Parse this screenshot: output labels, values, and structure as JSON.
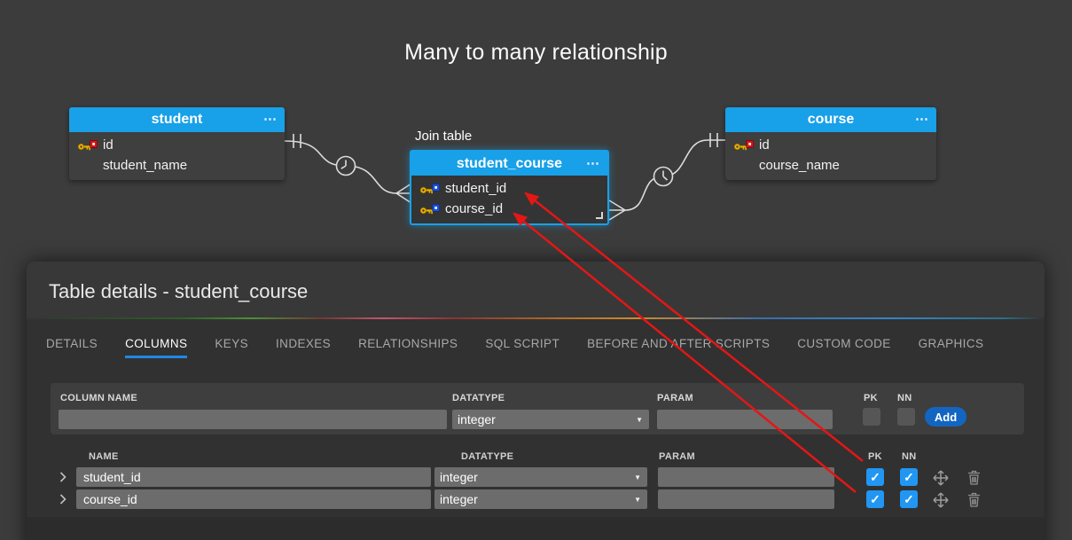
{
  "diagram": {
    "title": "Many to many relationship",
    "join_table_label": "Join table",
    "tables": [
      {
        "name": "student",
        "columns": [
          {
            "name": "id",
            "key": "pk"
          },
          {
            "name": "student_name",
            "key": "none"
          }
        ]
      },
      {
        "name": "student_course",
        "selected": true,
        "columns": [
          {
            "name": "student_id",
            "key": "pkfk"
          },
          {
            "name": "course_id",
            "key": "pkfk"
          }
        ]
      },
      {
        "name": "course",
        "columns": [
          {
            "name": "id",
            "key": "pk"
          },
          {
            "name": "course_name",
            "key": "none"
          }
        ]
      }
    ],
    "relationships": [
      {
        "from": "student",
        "to": "student_course",
        "from_cardinality": "one",
        "to_cardinality": "many"
      },
      {
        "from": "course",
        "to": "student_course",
        "from_cardinality": "one",
        "to_cardinality": "many"
      }
    ]
  },
  "panel": {
    "title": "Table details - student_course",
    "tabs": [
      {
        "label": "DETAILS",
        "active": false
      },
      {
        "label": "COLUMNS",
        "active": true
      },
      {
        "label": "KEYS",
        "active": false
      },
      {
        "label": "INDEXES",
        "active": false
      },
      {
        "label": "RELATIONSHIPS",
        "active": false
      },
      {
        "label": "SQL SCRIPT",
        "active": false
      },
      {
        "label": "BEFORE AND AFTER SCRIPTS",
        "active": false
      },
      {
        "label": "CUSTOM CODE",
        "active": false
      },
      {
        "label": "GRAPHICS",
        "active": false
      }
    ],
    "add_form": {
      "column_name_label": "COLUMN NAME",
      "column_name_value": "",
      "datatype_label": "DATATYPE",
      "datatype_value": "integer",
      "param_label": "PARAM",
      "param_value": "",
      "pk_label": "PK",
      "pk_checked": false,
      "nn_label": "NN",
      "nn_checked": false,
      "add_button_label": "Add"
    },
    "columns_list": {
      "headers": {
        "name": "NAME",
        "datatype": "DATATYPE",
        "param": "PARAM",
        "pk": "PK",
        "nn": "NN"
      },
      "rows": [
        {
          "name": "student_id",
          "datatype": "integer",
          "param": "",
          "pk": true,
          "nn": true
        },
        {
          "name": "course_id",
          "datatype": "integer",
          "param": "",
          "pk": true,
          "nn": true
        }
      ]
    }
  },
  "icons": {
    "menu": "⋯",
    "dropdown": "▼",
    "check": "✓"
  },
  "colors": {
    "header_blue": "#18a0e8",
    "tab_underline": "#1e88e5",
    "checkbox_checked": "#2196f3",
    "add_button_blue": "#1266c2",
    "annotation_red": "#e51616"
  }
}
